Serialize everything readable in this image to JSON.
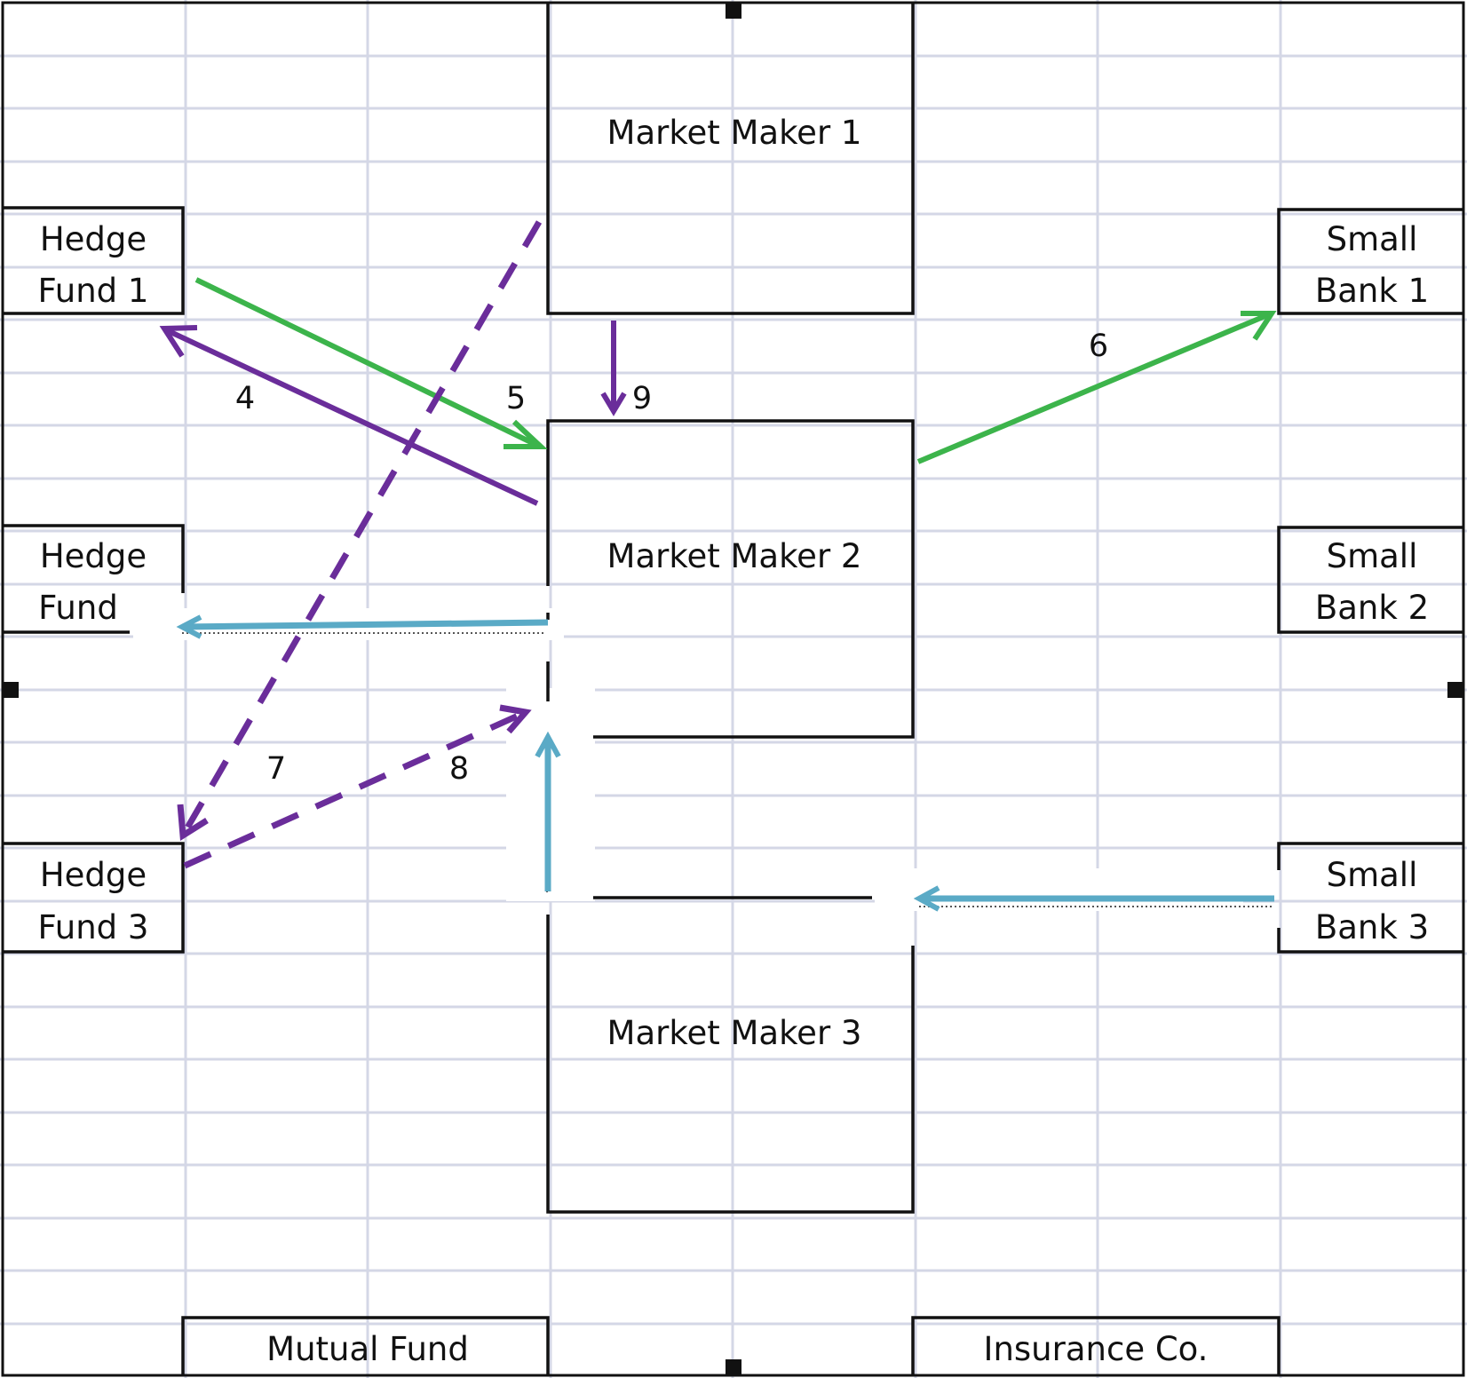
{
  "entities": {
    "market_maker_1": "Market Maker 1",
    "market_maker_2": "Market Maker 2",
    "market_maker_3": "Market Maker 3",
    "hedge_fund_1": [
      "Hedge",
      "Fund 1"
    ],
    "hedge_fund_2": [
      "Hedge",
      "Fund"
    ],
    "hedge_fund_3": [
      "Hedge",
      "Fund 3"
    ],
    "small_bank_1": [
      "Small",
      "Bank 1"
    ],
    "small_bank_2": [
      "Small",
      "Bank 2"
    ],
    "small_bank_3": [
      "Small",
      "Bank 3"
    ],
    "mutual_fund": "Mutual Fund",
    "insurance_co": "Insurance Co."
  },
  "flow_labels": {
    "f4": "4",
    "f5": "5",
    "f6": "6",
    "f7": "7",
    "f8": "8",
    "f9": "9"
  },
  "colors": {
    "grid": "#d4d7e6",
    "box": "#111111",
    "green": "#3cb44b",
    "purple": "#6a2d9a",
    "blue": "#5aaac6"
  }
}
